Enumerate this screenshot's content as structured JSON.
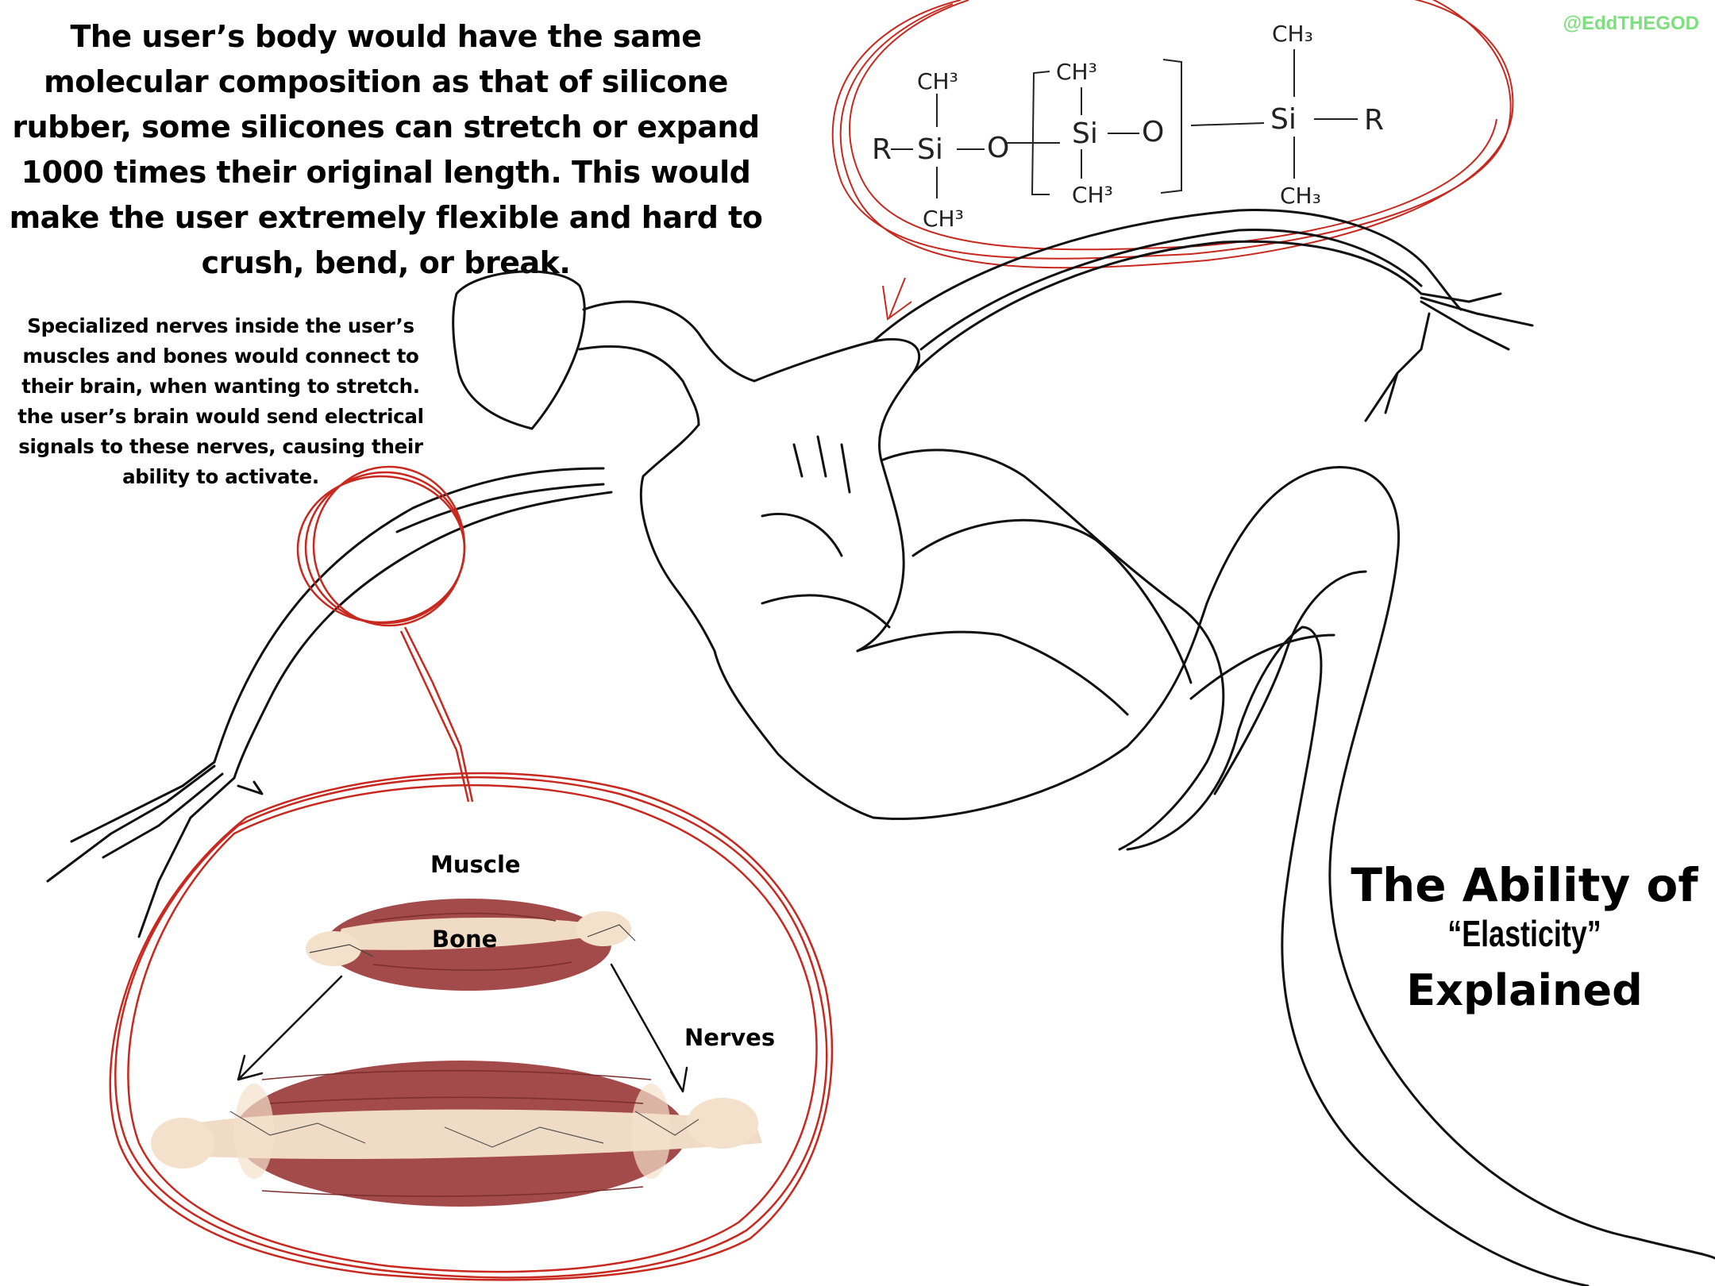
{
  "intro_text": "The user’s body would have the same molecular composition as that of silicone rubber, some silicones can stretch or expand 1000 times their original length. This would make the user extremely flexible and hard to crush, bend, or break.",
  "nerves_text": "Specialized nerves inside the user’s muscles and bones would connect to their brain, when wanting to stretch. the user’s brain would send electrical signals to these nerves, causing their ability to activate.",
  "handle": "@EddTHEGOD",
  "title": {
    "line1": "The Ability of",
    "line2": "“Elasticity”",
    "line3": "Explained"
  },
  "labels": {
    "muscle": "Muscle",
    "bone": "Bone",
    "nerves": "Nerves"
  },
  "chemistry": {
    "r_left": "R",
    "si_left": "Si",
    "o_left": "O",
    "si_mid": "Si",
    "o_mid": "O",
    "si_right": "Si",
    "r_right": "R",
    "ch3": "CH",
    "ch3_sub": "3"
  },
  "colors": {
    "accent_red": "#c8281e",
    "muscle_red": "#a34a4a",
    "bone_cream": "#f0dcc6",
    "handle_green": "#7ddf7d"
  }
}
